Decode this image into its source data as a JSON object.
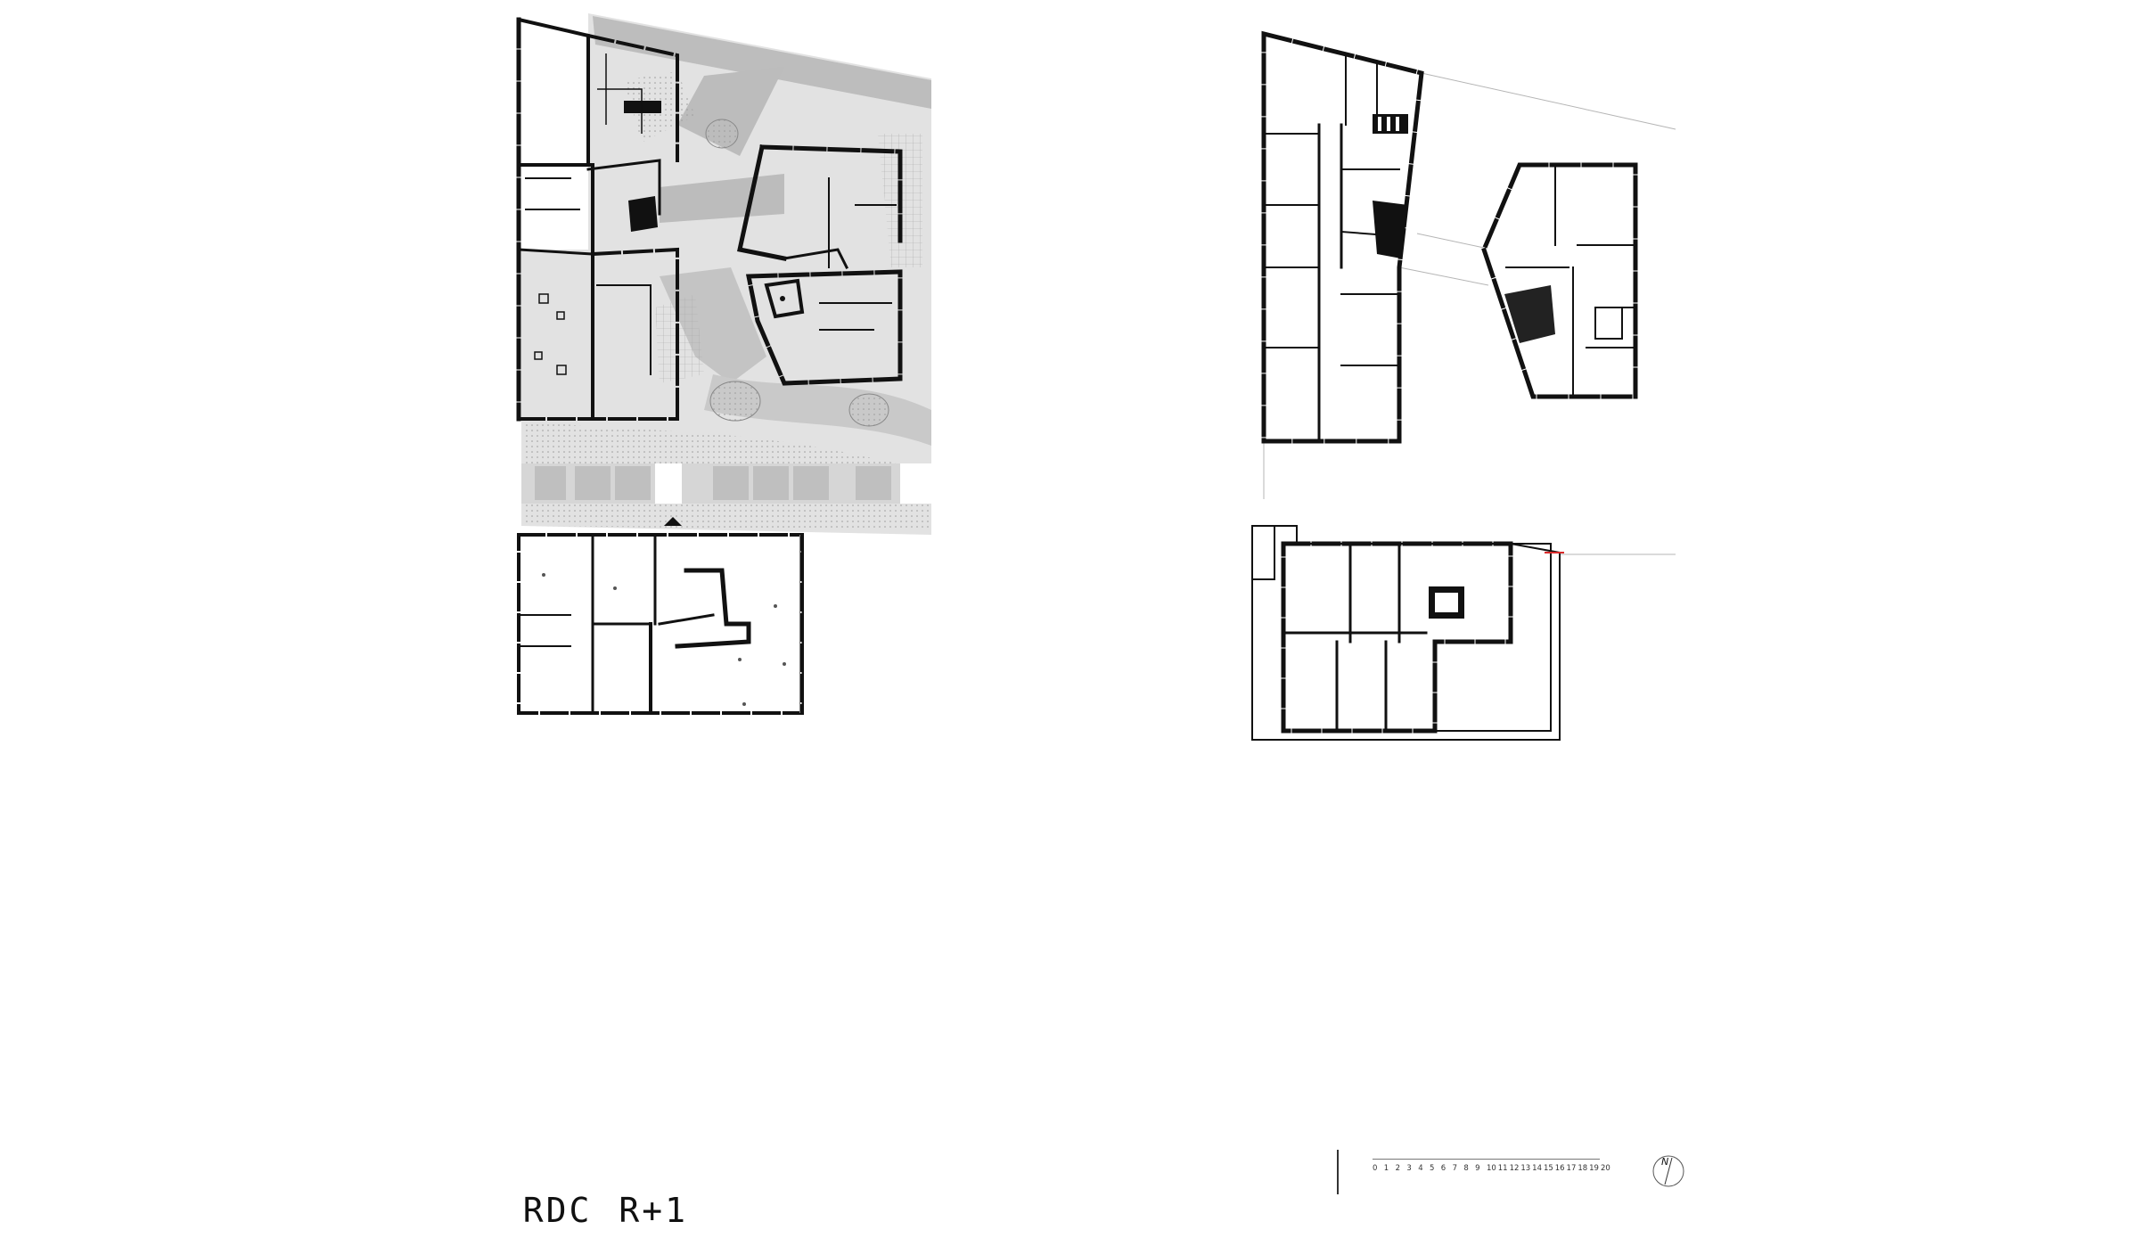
{
  "title": {
    "level_1": "RDC",
    "level_2": "R+1"
  },
  "scale_bar": {
    "ticks": [
      "0",
      "1",
      "2",
      "3",
      "4",
      "5",
      "6",
      "7",
      "8",
      "9",
      "10",
      "11",
      "12",
      "13",
      "14",
      "15",
      "16",
      "17",
      "18",
      "19",
      "20"
    ]
  },
  "north_arrow": {
    "label": "N"
  },
  "colors": {
    "wall": "#111111",
    "landscape": "#d2d2d2",
    "path": "#b8b8b8",
    "accent": "#d92b2b"
  }
}
